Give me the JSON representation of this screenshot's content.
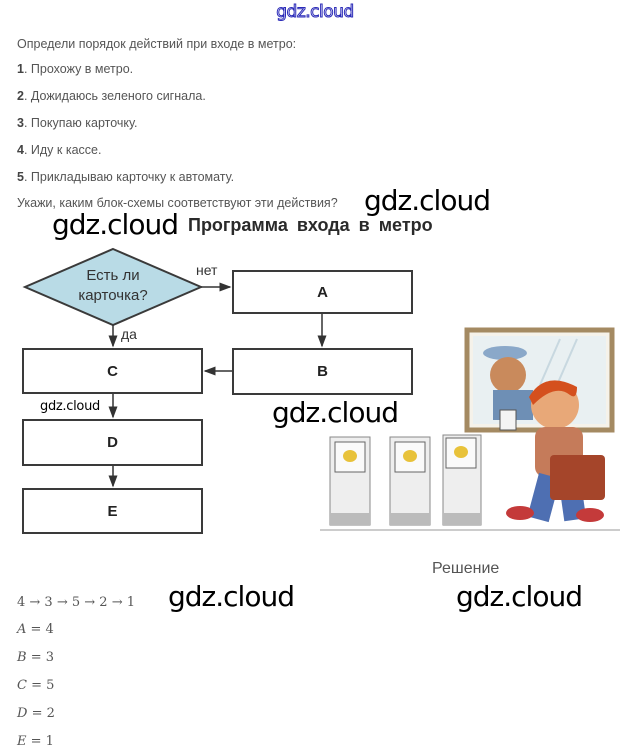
{
  "watermarks": {
    "top": "gdz.cloud",
    "w1": "gdz.cloud",
    "w2": "gdz.cloud",
    "w3": "gdz.cloud",
    "w4": "gdz.cloud",
    "w5": "gdz.cloud",
    "w6": "gdz.cloud"
  },
  "task": {
    "intro": "Определи порядок действий при входе в метро:",
    "steps": [
      {
        "num": "1",
        "text": ". Прохожу в метро."
      },
      {
        "num": "2",
        "text": ". Дожидаюсь зеленого сигнала."
      },
      {
        "num": "3",
        "text": ". Покупаю карточку."
      },
      {
        "num": "4",
        "text": ". Иду к кассе."
      },
      {
        "num": "5",
        "text": ". Прикладываю карточку к автомату."
      }
    ],
    "question": "Укажи, каким блок-схемы соответствуют эти действия?"
  },
  "figure": {
    "title": "Программа входа в метро",
    "decision_line1": "Есть ли",
    "decision_line2": "карточка?",
    "no_label": "нет",
    "yes_label": "да",
    "blocks": {
      "a": "A",
      "b": "B",
      "c": "C",
      "d": "D",
      "e": "E"
    },
    "colors": {
      "diamond_fill": "#b9dbe6",
      "stroke": "#3a3a3a"
    }
  },
  "solution": {
    "heading": "Решение",
    "sequence": "4 → 3 → 5 → 2 → 1",
    "answers": [
      {
        "var": "A",
        "value": "= 4"
      },
      {
        "var": "B",
        "value": "= 3"
      },
      {
        "var": "C",
        "value": "= 5"
      },
      {
        "var": "D",
        "value": "= 2"
      },
      {
        "var": "E",
        "value": "= 1"
      }
    ]
  }
}
